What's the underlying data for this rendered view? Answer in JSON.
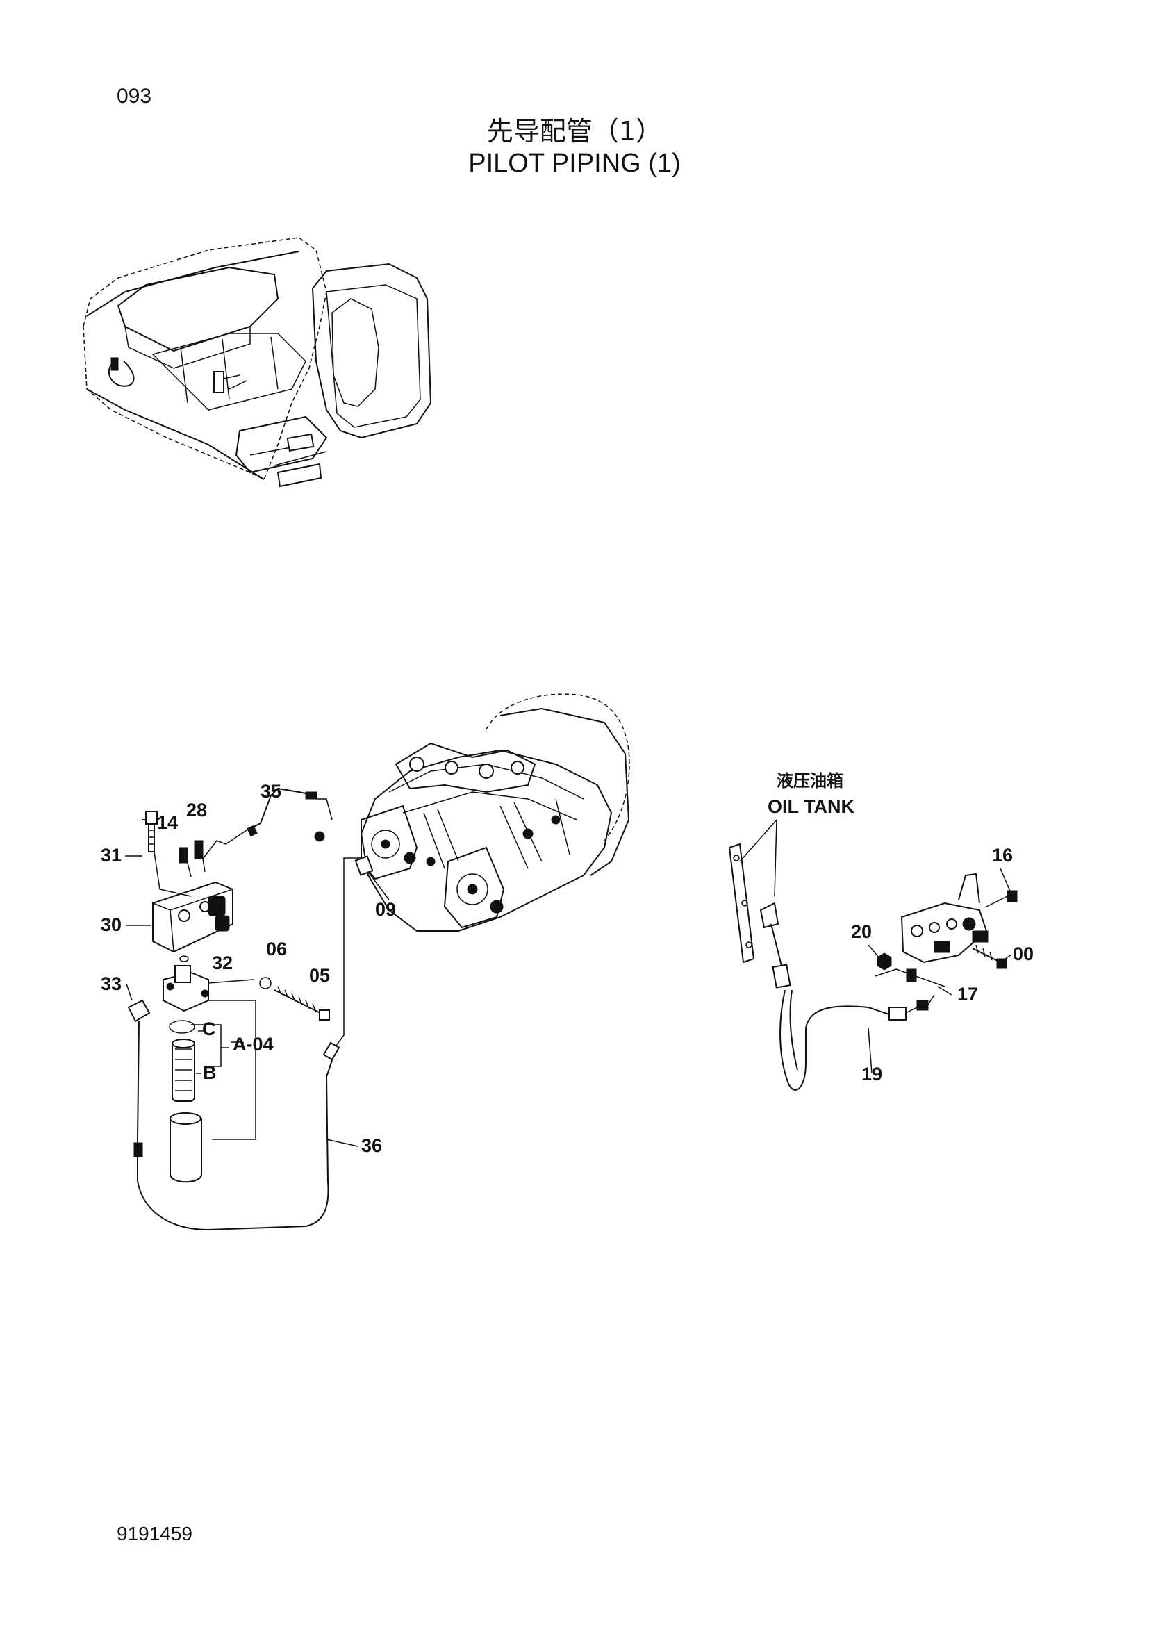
{
  "header": {
    "page_number": "093",
    "title_cn": "先导配管（1）",
    "title_en": "PILOT PIPING (1)"
  },
  "footer": {
    "doc_number": "9191459"
  },
  "diagram": {
    "oil_tank_label_cn": "液压油箱",
    "oil_tank_label_en": "OIL TANK",
    "part_labels": {
      "p35": "35",
      "p14": "14",
      "p28": "28",
      "p31": "31",
      "p30": "30",
      "p32": "32",
      "p06": "06",
      "p05": "05",
      "p33": "33",
      "p09": "09",
      "pC": "C",
      "pA04": "A-04",
      "pB": "B",
      "p36": "36",
      "p16": "16",
      "p20": "20",
      "p00": "00",
      "p17": "17",
      "p19": "19"
    }
  }
}
